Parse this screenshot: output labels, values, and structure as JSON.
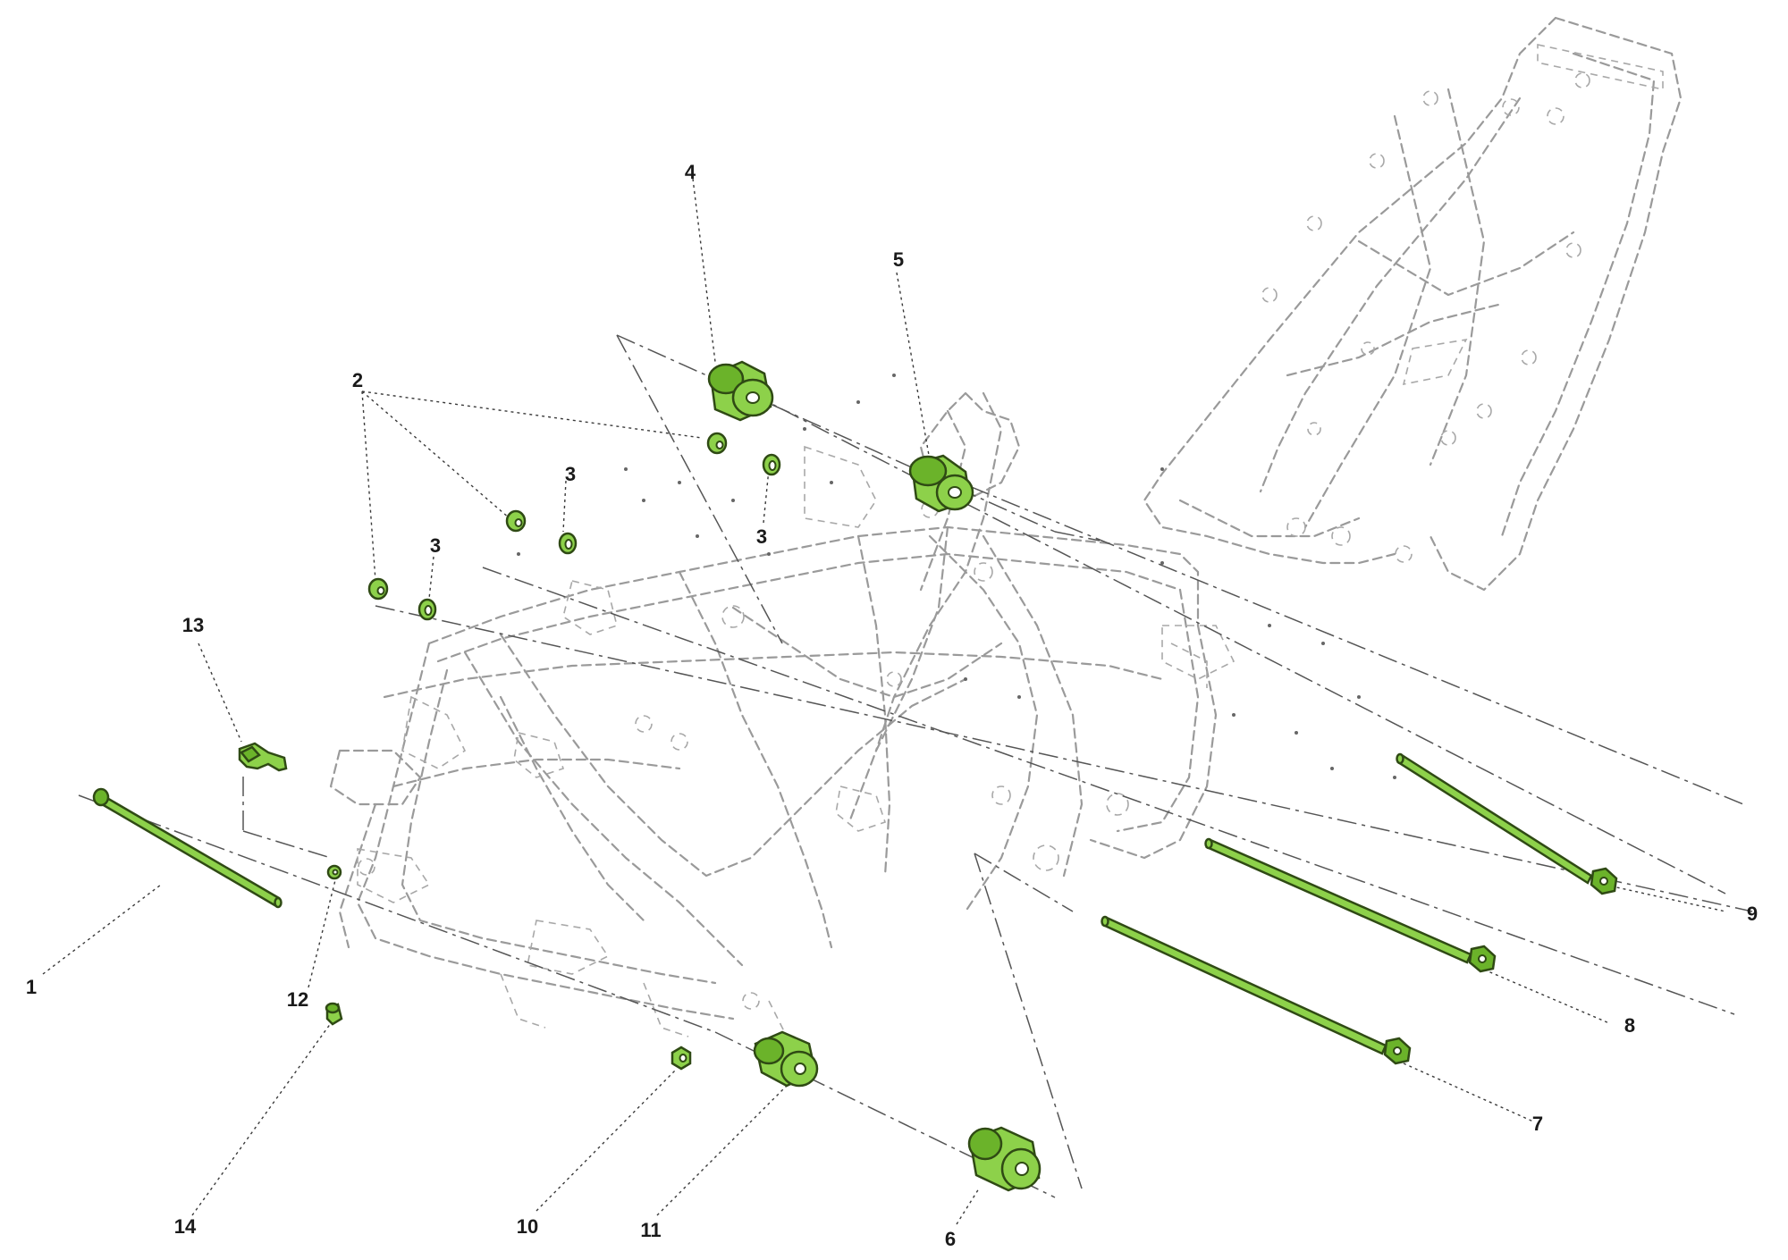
{
  "callouts": {
    "c1": "1",
    "c2": "2",
    "c3a": "3",
    "c3b": "3",
    "c3c": "3",
    "c4": "4",
    "c5": "5",
    "c6": "6",
    "c7": "7",
    "c8": "8",
    "c9": "9",
    "c10": "10",
    "c11": "11",
    "c12": "12",
    "c13": "13",
    "c14": "14"
  },
  "colors": {
    "part_fill": "#8dd14a",
    "part_outline": "#2f4a14",
    "frame_outline": "#9a9a9a"
  }
}
